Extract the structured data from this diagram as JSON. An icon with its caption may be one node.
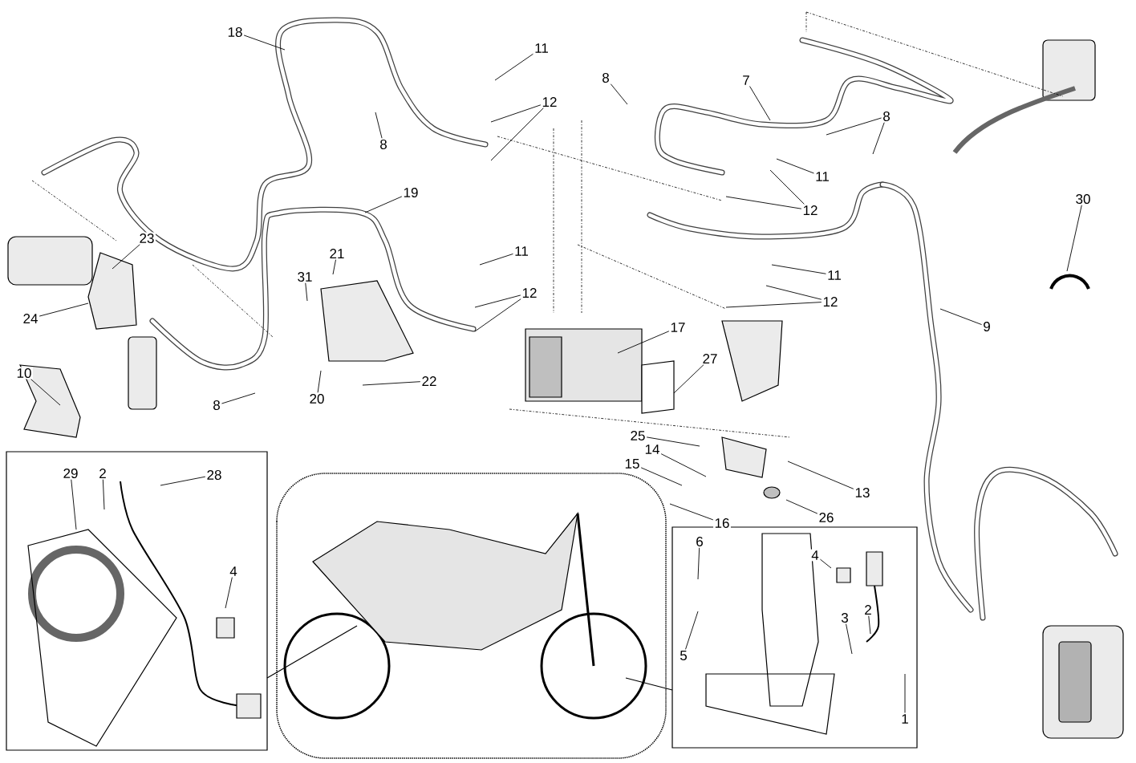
{
  "diagram": {
    "nodes": [
      {
        "text": [
          "18"
        ]
      },
      {
        "text": [
          "11"
        ]
      },
      {
        "text": [
          "12"
        ]
      },
      {
        "text": [
          "8"
        ]
      },
      {
        "text": [
          "8"
        ]
      },
      {
        "text": [
          "7"
        ]
      },
      {
        "text": [
          "8"
        ]
      },
      {
        "text": [
          "11"
        ]
      },
      {
        "text": [
          "12"
        ]
      },
      {
        "text": [
          "19"
        ]
      },
      {
        "text": [
          "30"
        ]
      },
      {
        "text": [
          "23"
        ]
      },
      {
        "text": [
          "21"
        ]
      },
      {
        "text": [
          "31"
        ]
      },
      {
        "text": [
          "11"
        ]
      },
      {
        "text": [
          "12"
        ]
      },
      {
        "text": [
          "11"
        ]
      },
      {
        "text": [
          "12"
        ]
      },
      {
        "text": [
          "17"
        ]
      },
      {
        "text": [
          "24"
        ]
      },
      {
        "text": [
          "9"
        ]
      },
      {
        "text": [
          "27"
        ]
      },
      {
        "text": [
          "10"
        ]
      },
      {
        "text": [
          "22"
        ]
      },
      {
        "text": [
          "8"
        ]
      },
      {
        "text": [
          "20"
        ]
      },
      {
        "text": [
          "25"
        ]
      },
      {
        "text": [
          "14"
        ]
      },
      {
        "text": [
          "15"
        ]
      },
      {
        "text": [
          "13"
        ]
      },
      {
        "text": [
          "16"
        ]
      },
      {
        "text": [
          "26"
        ]
      },
      {
        "text": [
          "29"
        ]
      },
      {
        "text": [
          "2"
        ]
      },
      {
        "text": [
          "28"
        ]
      },
      {
        "text": [
          "4"
        ]
      },
      {
        "text": [
          "6"
        ]
      },
      {
        "text": [
          "4"
        ]
      },
      {
        "text": [
          "5"
        ]
      },
      {
        "text": [
          "3"
        ]
      },
      {
        "text": [
          "2"
        ]
      },
      {
        "text": [
          "1"
        ]
      }
    ],
    "edges": [
      {
        "from": 0,
        "to": null,
        "arrow": "none"
      },
      {
        "from": 1,
        "to": null,
        "arrow": "none"
      },
      {
        "from": 2,
        "to": null,
        "arrow": "none"
      },
      {
        "from": 2,
        "to": null,
        "arrow": "none"
      },
      {
        "from": 3,
        "to": null,
        "arrow": "none"
      },
      {
        "from": 4,
        "to": null,
        "arrow": "none"
      },
      {
        "from": 5,
        "to": null,
        "arrow": "none"
      },
      {
        "from": 6,
        "to": null,
        "arrow": "none"
      },
      {
        "from": 6,
        "to": null,
        "arrow": "none"
      },
      {
        "from": 7,
        "to": null,
        "arrow": "none"
      },
      {
        "from": 8,
        "to": null,
        "arrow": "none"
      },
      {
        "from": 8,
        "to": null,
        "arrow": "none"
      },
      {
        "from": 9,
        "to": null,
        "arrow": "none"
      },
      {
        "from": 10,
        "to": null,
        "arrow": "none"
      },
      {
        "from": 11,
        "to": null,
        "arrow": "none"
      },
      {
        "from": 12,
        "to": null,
        "arrow": "none"
      },
      {
        "from": 13,
        "to": null,
        "arrow": "none"
      },
      {
        "from": 14,
        "to": null,
        "arrow": "none"
      },
      {
        "from": 15,
        "to": null,
        "arrow": "none"
      },
      {
        "from": 15,
        "to": null,
        "arrow": "none"
      },
      {
        "from": 16,
        "to": null,
        "arrow": "none"
      },
      {
        "from": 17,
        "to": null,
        "arrow": "none"
      },
      {
        "from": 17,
        "to": null,
        "arrow": "none"
      },
      {
        "from": 18,
        "to": null,
        "arrow": "none"
      },
      {
        "from": 19,
        "to": null,
        "arrow": "none"
      },
      {
        "from": 20,
        "to": null,
        "arrow": "none"
      },
      {
        "from": 21,
        "to": null,
        "arrow": "none"
      },
      {
        "from": 22,
        "to": null,
        "arrow": "none"
      },
      {
        "from": 23,
        "to": null,
        "arrow": "none"
      },
      {
        "from": 24,
        "to": null,
        "arrow": "none"
      },
      {
        "from": 25,
        "to": null,
        "arrow": "none"
      },
      {
        "from": 26,
        "to": null,
        "arrow": "none"
      },
      {
        "from": 27,
        "to": null,
        "arrow": "none"
      },
      {
        "from": 28,
        "to": null,
        "arrow": "none"
      },
      {
        "from": 29,
        "to": null,
        "arrow": "none"
      },
      {
        "from": 30,
        "to": null,
        "arrow": "none"
      },
      {
        "from": 31,
        "to": null,
        "arrow": "none"
      },
      {
        "from": 32,
        "to": null,
        "arrow": "none"
      },
      {
        "from": 33,
        "to": null,
        "arrow": "none"
      },
      {
        "from": 34,
        "to": null,
        "arrow": "none"
      },
      {
        "from": 35,
        "to": null,
        "arrow": "none"
      },
      {
        "from": 36,
        "to": null,
        "arrow": "none"
      },
      {
        "from": 37,
        "to": null,
        "arrow": "none"
      },
      {
        "from": 38,
        "to": null,
        "arrow": "none"
      },
      {
        "from": 39,
        "to": null,
        "arrow": "none"
      },
      {
        "from": 40,
        "to": null,
        "arrow": "none"
      },
      {
        "from": 41,
        "to": null,
        "arrow": "none"
      }
    ]
  }
}
